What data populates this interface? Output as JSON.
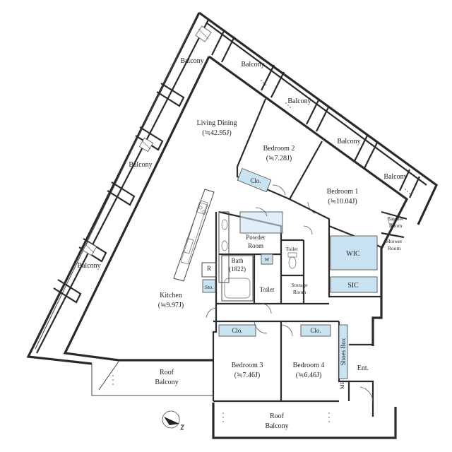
{
  "rooms": {
    "living_dining": {
      "name": "Living Dining",
      "area": "(≒42.95J)"
    },
    "bedroom1": {
      "name": "Bedroom 1",
      "area": "(≒10.04J)"
    },
    "bedroom2": {
      "name": "Bedroom 2",
      "area": "(≒7.28J)"
    },
    "bedroom3": {
      "name": "Bedroom 3",
      "area": "(≒7.46J)"
    },
    "bedroom4": {
      "name": "Bedroom 4",
      "area": "(≒6.46J)"
    },
    "kitchen": {
      "name": "Kitchen",
      "area": "(≒9.97J)"
    },
    "bath": {
      "name": "Bath",
      "size": "(1822)"
    },
    "powder_room": {
      "line1": "Powder",
      "line2": "Room"
    },
    "powder_room_small": {
      "line1": "Powder",
      "line2": "Room"
    },
    "shower_room": {
      "line1": "Shower",
      "line2": "Room"
    },
    "storage_room": {
      "line1": "Storage",
      "line2": "Room"
    }
  },
  "labels": {
    "balcony": "Balcony",
    "roof": "Roof",
    "clo": "Clo.",
    "wic": "WIC",
    "sic": "SIC",
    "toilet": "Toilet",
    "sto": "Sto.",
    "w": "W",
    "r": "R",
    "shoes_box": "Shoes Box",
    "ent": "Ent.",
    "mb": "MB"
  },
  "compass": {
    "icon": "north-arrow-icon"
  },
  "colors": {
    "closet_fill": "#c9e3f2",
    "wall": "#2a2a2a"
  }
}
